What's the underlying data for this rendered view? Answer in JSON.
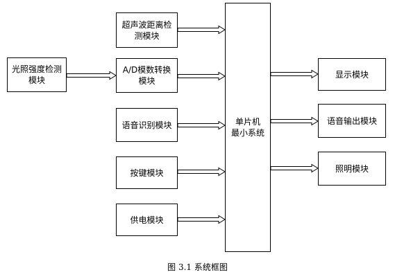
{
  "diagram": {
    "left": {
      "light_sensor": "光照强度检测模块"
    },
    "inputs": {
      "ultrasonic": "超声波距离检测模块",
      "adc": "A/D模数转换模块",
      "speech_recognition": "语音识别模块",
      "keys": "按键模块",
      "power": "供电模块"
    },
    "mcu": {
      "line1": "单片机",
      "line2": "最小系统"
    },
    "outputs": {
      "display": "显示模块",
      "voice_output": "语音输出模块",
      "lighting": "照明模块"
    }
  },
  "caption": "图 3.1 系统框图"
}
